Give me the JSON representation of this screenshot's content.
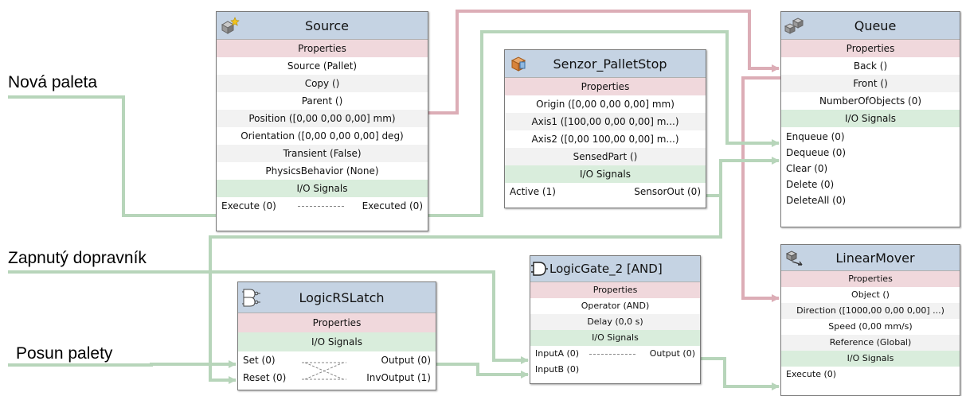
{
  "labels": {
    "nova_paleta": "Nová paleta",
    "zapnuty": "Zapnutý dopravník",
    "posun": "Posun palety"
  },
  "source": {
    "title": "Source",
    "properties": "Properties",
    "rows": [
      "Source (Pallet)",
      "Copy ()",
      "Parent ()",
      "Position ([0,00 0,00 0,00] mm)",
      "Orientation ([0,00 0,00 0,00] deg)",
      "Transient (False)",
      "PhysicsBehavior (None)"
    ],
    "io": "I/O Signals",
    "in": "Execute (0)",
    "out": "Executed (0)"
  },
  "sensor": {
    "title": "Senzor_PalletStop",
    "properties": "Properties",
    "rows": [
      "Origin ([0,00 0,00 0,00] mm)",
      "Axis1 ([100,00 0,00 0,00] m...)",
      "Axis2 ([0,00 100,00 0,00] m...)",
      "SensedPart ()"
    ],
    "io": "I/O Signals",
    "in": "Active (1)",
    "out": "SensorOut (0)"
  },
  "queue": {
    "title": "Queue",
    "properties": "Properties",
    "rows": [
      "Back ()",
      "Front ()",
      "NumberOfObjects (0)"
    ],
    "io": "I/O Signals",
    "inputs": [
      "Enqueue (0)",
      "Dequeue (0)",
      "Clear (0)",
      "Delete (0)",
      "DeleteAll (0)"
    ]
  },
  "latch": {
    "title": "LogicRSLatch",
    "properties": "Properties",
    "io": "I/O Signals",
    "in1": "Set (0)",
    "in2": "Reset (0)",
    "out1": "Output (0)",
    "out2": "InvOutput (1)"
  },
  "gate": {
    "title": "LogicGate_2 [AND]",
    "properties": "Properties",
    "rows": [
      "Operator (AND)",
      "Delay (0,0 s)"
    ],
    "io": "I/O Signals",
    "in1": "InputA (0)",
    "in2": "InputB (0)",
    "out": "Output (0)"
  },
  "mover": {
    "title": "LinearMover",
    "properties": "Properties",
    "rows": [
      "Object ()",
      "Direction ([1000,00 0,00 0,00] ...)",
      "Speed (0,00 mm/s)",
      "Reference (Global)"
    ],
    "io": "I/O Signals",
    "in": "Execute (0)"
  },
  "colors": {
    "signal_wire": "#b7d5ba",
    "object_wire": "#dcadb6",
    "header": "#c5d3e3",
    "properties_band": "#f0d8dc",
    "io_band": "#d9eddc"
  },
  "icons": {
    "source": "cube-star-icon",
    "sensor": "sensor-icon",
    "queue": "cubes-icon",
    "latch": "latch-icon",
    "gate": "and-gate-icon",
    "mover": "mover-icon"
  }
}
